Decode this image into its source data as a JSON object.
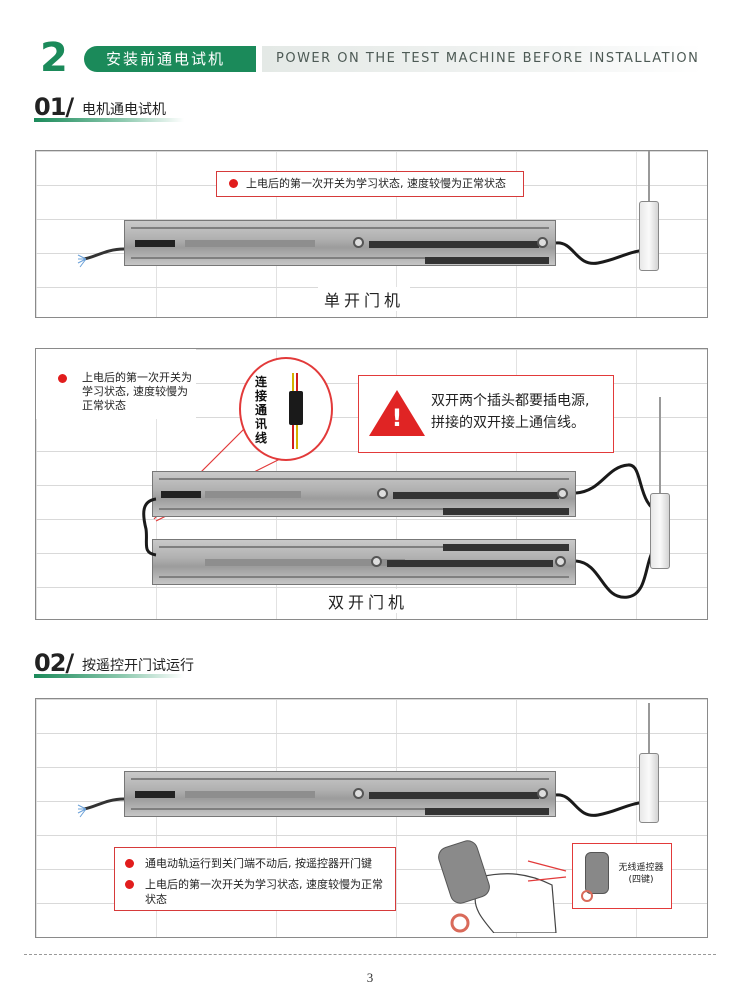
{
  "header": {
    "number": "2",
    "title_cn": "安装前通电试机",
    "title_en": "POWER ON THE TEST MACHINE BEFORE INSTALLATION"
  },
  "section1": {
    "number": "01/",
    "title": "电机通电试机"
  },
  "panel1": {
    "note": "上电后的第一次开关为学习状态, 速度较慢为正常状态",
    "caption": "单开门机"
  },
  "panel2": {
    "note": "上电后的第一次开关为学习状态, 速度较慢为正常状态",
    "connector_label": "连接通讯线",
    "warning_line1": "双开两个插头都要插电源,",
    "warning_line2": "拼接的双开接上通信线。",
    "caption": "双开门机"
  },
  "section2": {
    "number": "02/",
    "title": "按遥控开门试运行"
  },
  "panel3": {
    "note1": "通电动轨运行到关门端不动后, 按遥控器开门键",
    "note2": "上电后的第一次开关为学习状态, 速度较慢为正常状态",
    "remote_label_line1": "无线遥控器",
    "remote_label_line2": "(四键)"
  },
  "footer": {
    "page_number": "3"
  },
  "colors": {
    "brand_green": "#1b8a5a",
    "alert_red": "#e11d1d"
  }
}
